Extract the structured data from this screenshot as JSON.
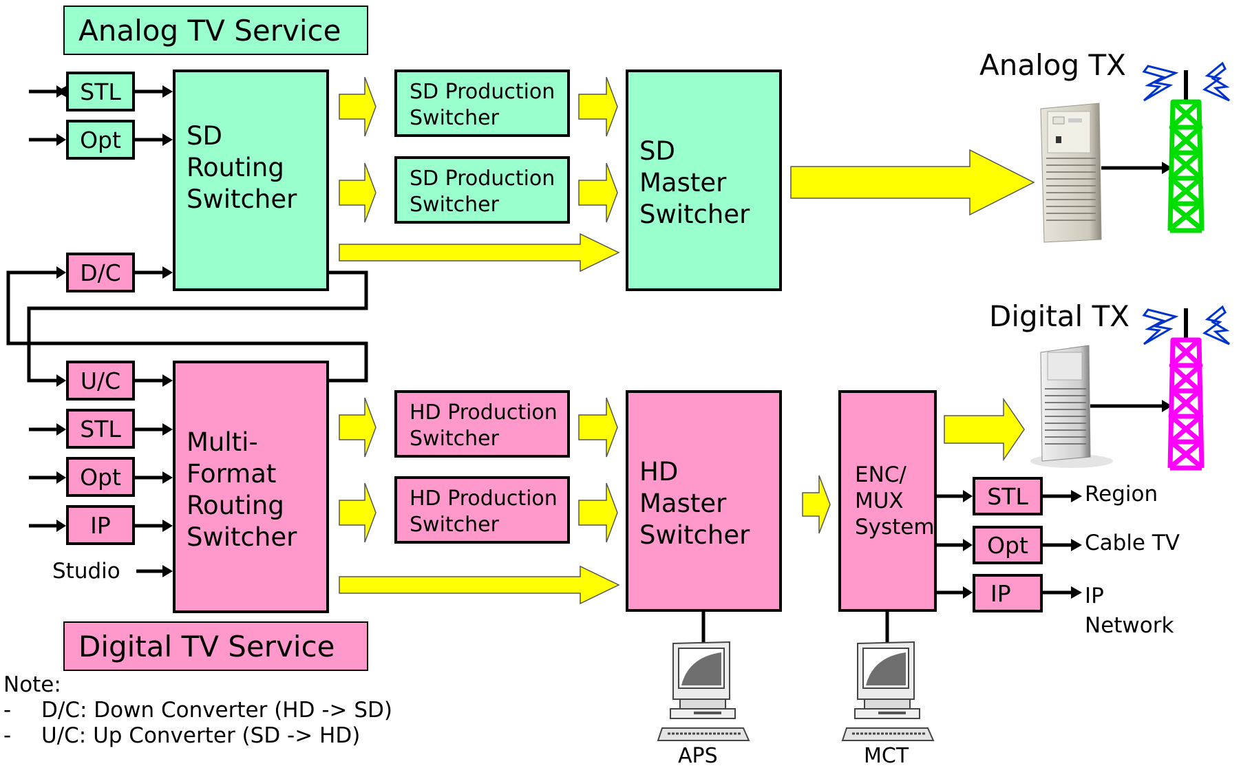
{
  "services": {
    "analog": "Analog TV Service",
    "digital": "Digital TV Service"
  },
  "inputs": {
    "analog": [
      "STL",
      "Opt",
      "D/C"
    ],
    "digital": [
      "U/C",
      "STL",
      "Opt",
      "IP"
    ],
    "studio": "Studio"
  },
  "sd_routing": "SD\nRouting\nSwitcher",
  "mf_routing": "Multi-\nFormat\nRouting\nSwitcher",
  "sd_production": [
    "SD Production\nSwitcher",
    "SD Production\nSwitcher"
  ],
  "hd_production": [
    "HD Production\nSwitcher",
    "HD Production\nSwitcher"
  ],
  "sd_master": "SD\nMaster\nSwitcher",
  "hd_master": "HD\nMaster\nSwitcher",
  "enc_mux": "ENC/\nMUX\nSystem",
  "transmitters": {
    "analog": "Analog TX",
    "digital": "Digital TX"
  },
  "outputs": [
    {
      "box": "STL",
      "dest": "Region"
    },
    {
      "box": "Opt",
      "dest": "Cable TV"
    },
    {
      "box": "IP",
      "dest": "IP\nNetwork"
    }
  ],
  "terminals": {
    "aps": "APS",
    "mct": "MCT"
  },
  "note": {
    "title": "Note:",
    "items": [
      "D/C: Down Converter (HD -> SD)",
      "U/C: Up Converter (SD -> HD)"
    ]
  },
  "colors": {
    "analog_fill": "#99ffcc",
    "digital_fill": "#ff99cc",
    "arrow_fill": "#ffff00",
    "analog_tower": "#00dd00",
    "digital_tower": "#ff00ff",
    "signal_bolt": "#0033cc"
  },
  "icons": [
    "transmitter-rack-icon",
    "antenna-tower-icon",
    "lightning-signal-icon",
    "computer-terminal-icon"
  ]
}
